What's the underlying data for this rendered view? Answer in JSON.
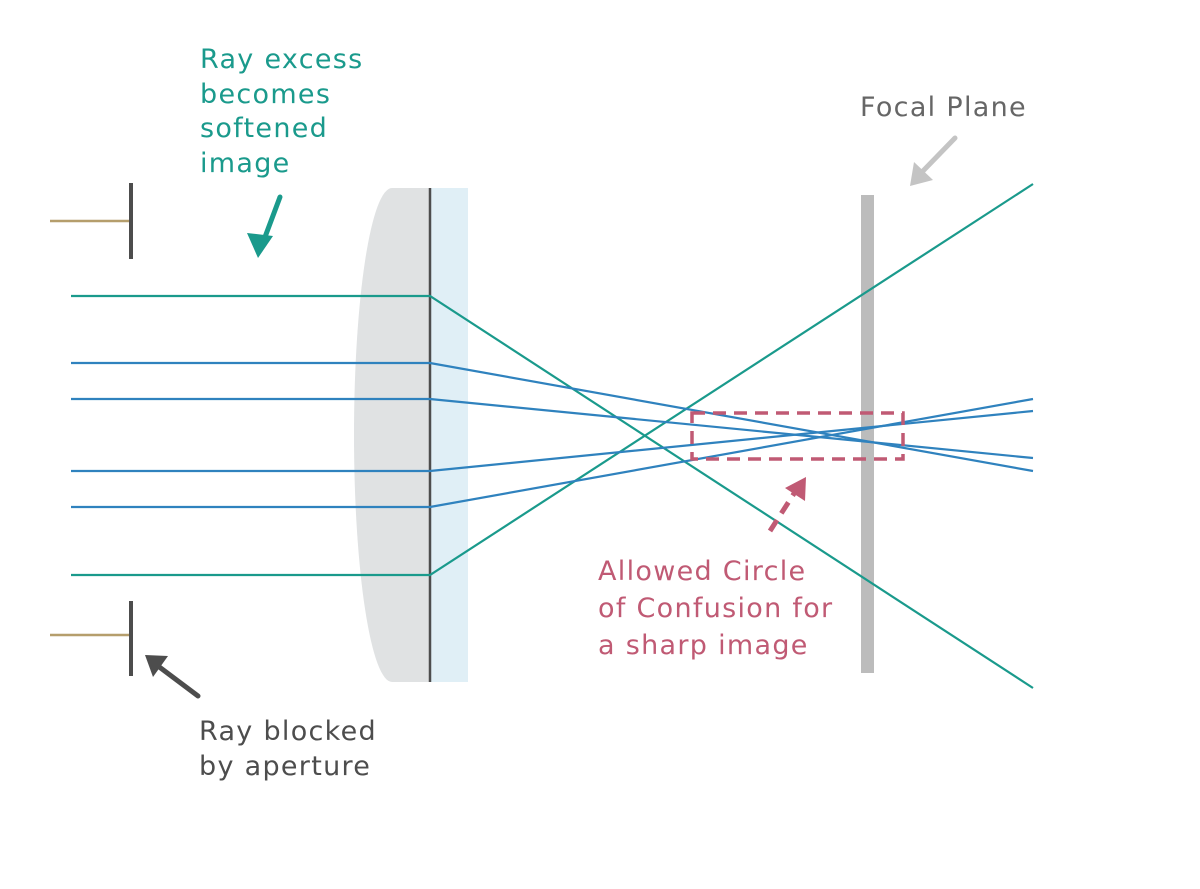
{
  "colors": {
    "teal": "#1a9a8c",
    "blue": "#2f82be",
    "rose": "#c05a74",
    "gray_arrow": "#c4c4c4",
    "dark": "#4d4d4d",
    "tan": "#b59e6c",
    "lens_fill": "#e0e2e3",
    "glass_fill": "#e0eff6",
    "focal_plane": "#bcbcbc"
  },
  "labels": {
    "ray_excess": [
      "Ray excess",
      "becomes",
      "softened",
      "image"
    ],
    "focal_plane": "Focal Plane",
    "circle_of_confusion": [
      "Allowed Circle",
      "of Confusion for",
      "a sharp image"
    ],
    "ray_blocked": [
      "Ray blocked",
      "by aperture"
    ]
  }
}
